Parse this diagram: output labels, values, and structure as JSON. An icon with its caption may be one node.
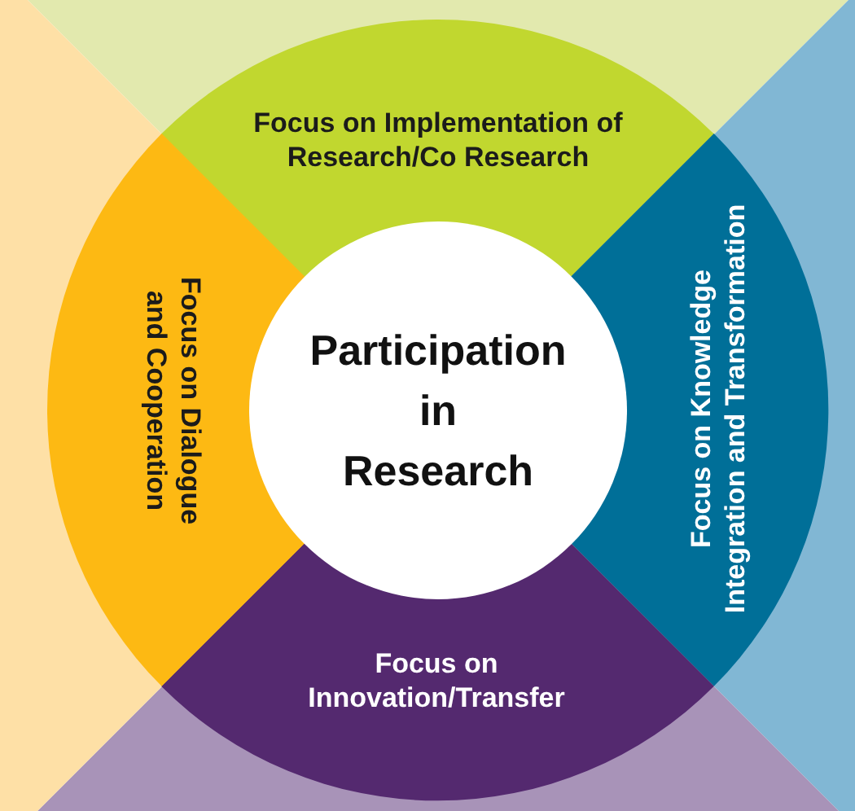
{
  "diagram": {
    "nodes": [
      {
        "text": [
          "Participation in Research"
        ]
      },
      {
        "text": [
          "Focus on Implementation of Research/Co Research"
        ]
      },
      {
        "text": [
          "Focus on Knowledge Integration and Transformation"
        ]
      },
      {
        "text": [
          "Focus on Innovation/Transfer"
        ]
      },
      {
        "text": [
          "Focus on Dialogue and Cooperation"
        ]
      }
    ]
  }
}
